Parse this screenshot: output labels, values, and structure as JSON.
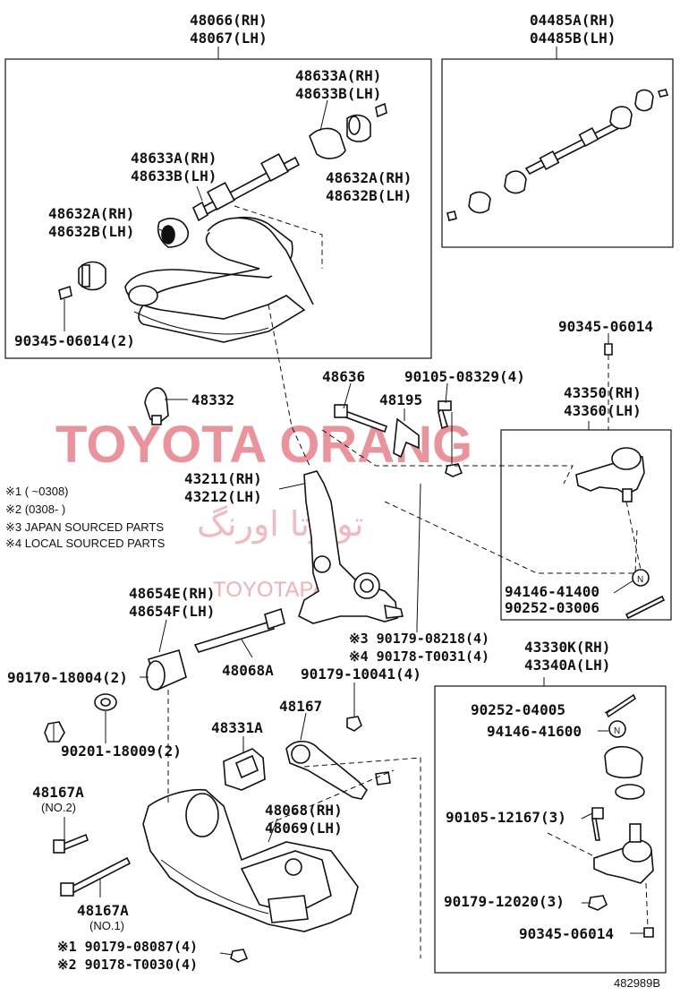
{
  "watermark": {
    "latin": "TOYOTA ORANG",
    "persian": "تویوتا اورنگ",
    "url": "TOYOTAPART.IR"
  },
  "notes": [
    "※1 (      ~0308)",
    "※2 (0308-        )",
    "※3 JAPAN SOURCED PARTS",
    "※4 LOCAL SOURCED PARTS"
  ],
  "labels": {
    "upper_arm_rh": "48066(RH)",
    "upper_arm_lh": "48067(LH)",
    "kit_rh": "04485A(RH)",
    "kit_lh": "04485B(LH)",
    "bush_a1_rh": "48633A(RH)",
    "bush_a1_lh": "48633B(LH)",
    "bush_a2_rh": "48633A(RH)",
    "bush_a2_lh": "48633B(LH)",
    "bush_b1_rh": "48632A(RH)",
    "bush_b1_lh": "48632B(LH)",
    "bush_b2_rh": "48632A(RH)",
    "bush_b2_lh": "48632B(LH)",
    "fitting_upper": "90345-06014(2)",
    "bumper": "48332",
    "bolt_48636": "48636",
    "bolt_90105": "90105-08329(4)",
    "bracket_48195": "48195",
    "fitting_43350": "90345-06014",
    "upper_ball_rh": "43350(RH)",
    "upper_ball_lh": "43360(LH)",
    "knuckle_rh": "43211(RH)",
    "knuckle_lh": "43212(LH)",
    "nut_cap_1": "94146-41400",
    "cotter_1": "90252-03006",
    "nut_japan": "※3 90179-08218(4)",
    "nut_local": "※4 90178-T0031(4)",
    "lower_bush_rh": "48654E(RH)",
    "lower_bush_lh": "48654F(LH)",
    "lower_bolt": "48068A",
    "nut_18004": "90170-18004(2)",
    "washer_18009": "90201-18009(2)",
    "nut_10041": "90179-10041(4)",
    "link_48167": "48167",
    "bumper_lower": "48331A",
    "lower_arm_rh": "48068(RH)",
    "lower_arm_lh": "48069(LH)",
    "bolt_48167a_no2": "48167A",
    "no2": "(NO.2)",
    "bolt_48167a_no1": "48167A",
    "no1": "(NO.1)",
    "nut_08087": "※1 90179-08087(4)",
    "nut_T0030": "※2 90178-T0030(4)",
    "lower_ball_rh": "43330K(RH)",
    "lower_ball_lh": "43340A(LH)",
    "cotter_2": "90252-04005",
    "nut_cap_2": "94146-41600",
    "bolt_12167": "90105-12167(3)",
    "nut_12020": "90179-12020(3)",
    "fitting_lower": "90345-06014",
    "diagram_id": "482989B"
  }
}
